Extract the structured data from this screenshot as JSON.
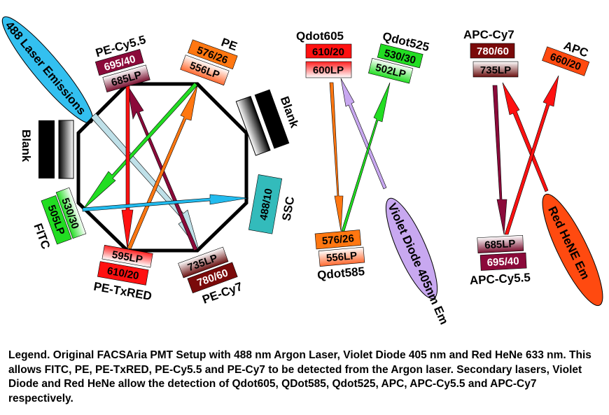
{
  "colors": {
    "fitc": "#22dd22",
    "pe": "#ff7711",
    "petxred": "#ff1111",
    "pecy55": "#8b0a3a",
    "pecy7": "#7a0a0a",
    "laser488": "#33bbee",
    "ssc": "#33bbbb",
    "violet": "#c8a8f0",
    "hene": "#ff4a10"
  },
  "argon": {
    "laser_label": "488 Laser Emissions",
    "blank_left": "Blank",
    "blank_right": "Blank",
    "pecy55": {
      "name": "PE-Cy5.5",
      "bp": "695/40",
      "lp": "685LP"
    },
    "pe": {
      "name": "PE",
      "bp": "576/26",
      "lp": "556LP"
    },
    "ssc": {
      "name": "SSC",
      "bp": "488/10"
    },
    "fitc": {
      "name": "FITC",
      "bp": "530/30",
      "lp": "505LP"
    },
    "petxred": {
      "name": "PE-TxRED",
      "bp": "610/20",
      "lp": "595LP"
    },
    "pecy7": {
      "name": "PE-Cy7",
      "bp": "780/60",
      "lp": "735LP"
    }
  },
  "violet": {
    "laser_label": "Violet Diode 405nm Em",
    "qdot605": {
      "name": "Qdot605",
      "bp": "610/20",
      "lp": "600LP"
    },
    "qdot525": {
      "name": "Qdot525",
      "bp": "530/30",
      "lp": "502LP"
    },
    "qdot585": {
      "name": "Qdot585",
      "bp": "576/26",
      "lp": "556LP"
    }
  },
  "red": {
    "laser_label": "Red HeNE Em",
    "apccy7": {
      "name": "APC-Cy7",
      "bp": "780/60",
      "lp": "735LP"
    },
    "apc": {
      "name": "APC",
      "bp": "660/20"
    },
    "apccy55": {
      "name": "APC-Cy5.5",
      "bp": "695/40",
      "lp": "685LP"
    }
  },
  "legend": "Legend. Original FACSAria PMT Setup with 488 nm Argon Laser, Violet Diode 405 nm and Red HeNe 633 nm. This allows FITC, PE, PE-TxRED, PE-Cy5.5 and PE-Cy7 to be detected from the Argon laser. Secondary lasers, Violet Diode and Red HeNe allow the detection of Qdot605, QDot585, Qdot525, APC, APC-Cy5.5 and APC-Cy7 respectively."
}
